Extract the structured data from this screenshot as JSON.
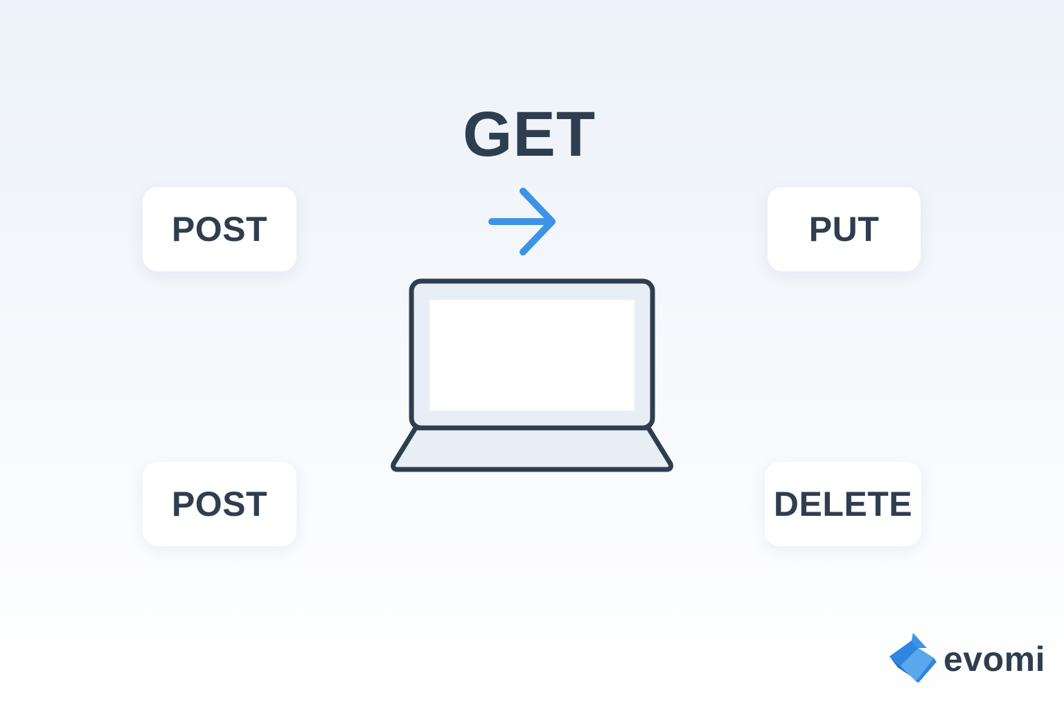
{
  "diagram": {
    "center_method": "GET",
    "methods": {
      "post_top": "POST",
      "post_bottom": "POST",
      "put": "PUT",
      "delete": "DELETE"
    }
  },
  "brand": {
    "name": "evomi"
  },
  "icons": {
    "arrow": "arrow-right-icon",
    "laptop": "laptop-icon",
    "logo": "evomi-logo-icon"
  },
  "colors": {
    "accent": "#3d94e6",
    "text": "#2f3e4e",
    "card": "#ffffff"
  }
}
